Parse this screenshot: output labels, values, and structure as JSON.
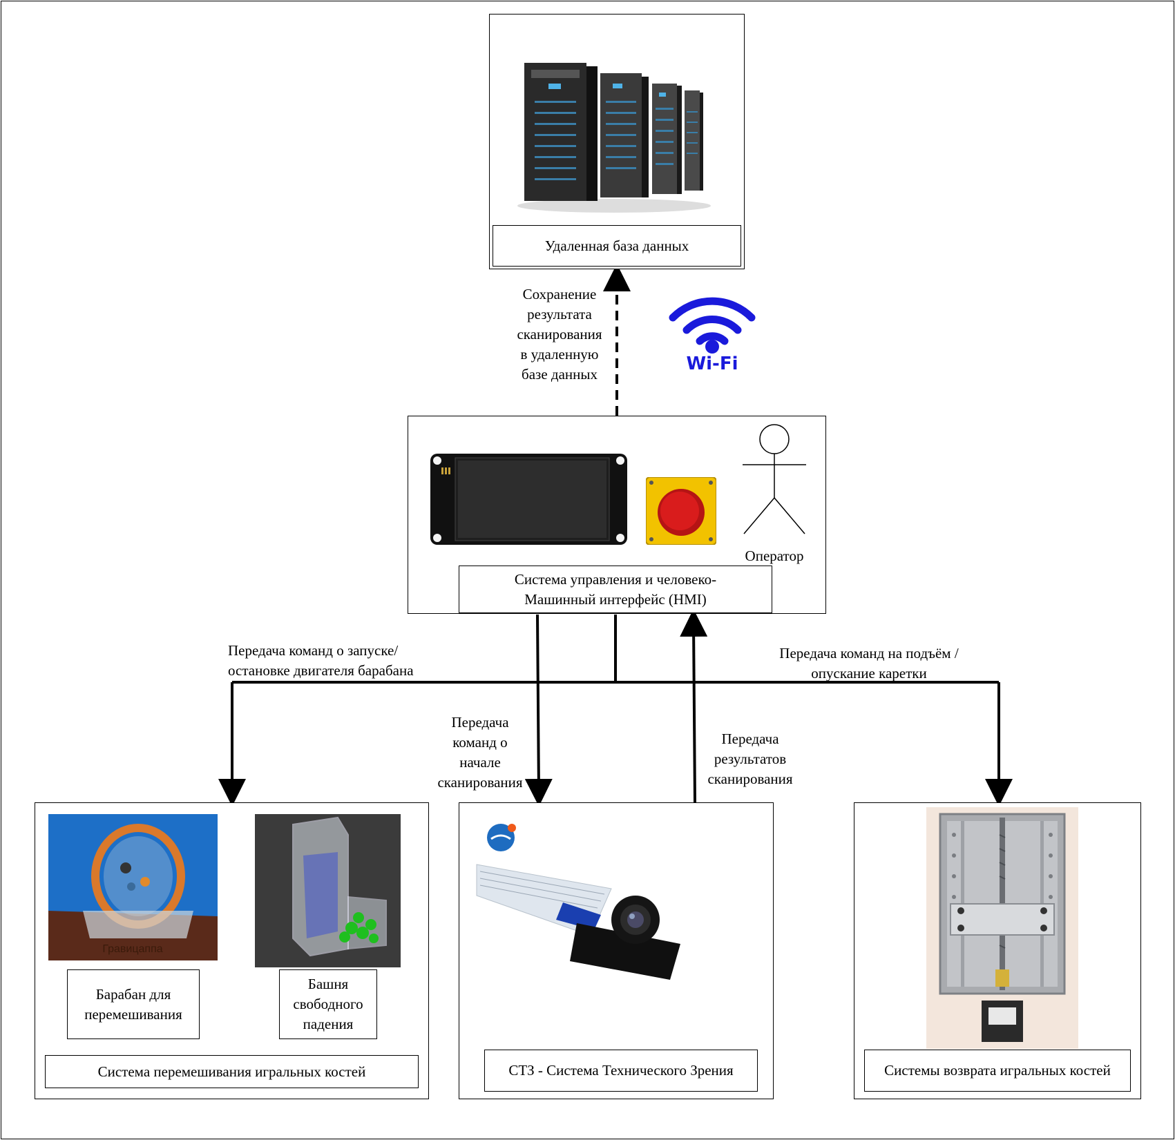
{
  "nodes": {
    "database": {
      "label": "Удаленная база данных"
    },
    "hmi": {
      "label_line1": "Система управления и человеко-",
      "label_line2": "Машинный интерфейс (HMI)",
      "operator": "Оператор"
    },
    "mixing": {
      "label": "Система перемешивания игральных костей",
      "drum": [
        "Барабан для",
        "перемешивания"
      ],
      "tower": [
        "Башня",
        "свободного",
        "падения"
      ],
      "drum_engraving": "Гравицаппа"
    },
    "vision": {
      "label": "СТЗ - Система Технического Зрения"
    },
    "return": {
      "label": "Системы возврата игральных костей"
    }
  },
  "edges": {
    "save": [
      "Сохранение",
      "результата",
      "сканирования",
      "в  удаленную",
      "базе данных"
    ],
    "drum_cmd": [
      "Передача команд о запуске/",
      "остановке двигателя барабана"
    ],
    "scan_cmd": [
      "Передача",
      "команд о",
      "начале",
      "сканирования"
    ],
    "scan_result": [
      "Передача",
      "результатов",
      "сканирования"
    ],
    "carriage_cmd": [
      "Передача команд на подъём /",
      "опускание каретки"
    ]
  },
  "wifi": {
    "label": "Wi-Fi",
    "color": "#1a1adb"
  },
  "colors": {
    "stop_red": "#d91c1c",
    "stop_yellow": "#f2c200"
  }
}
